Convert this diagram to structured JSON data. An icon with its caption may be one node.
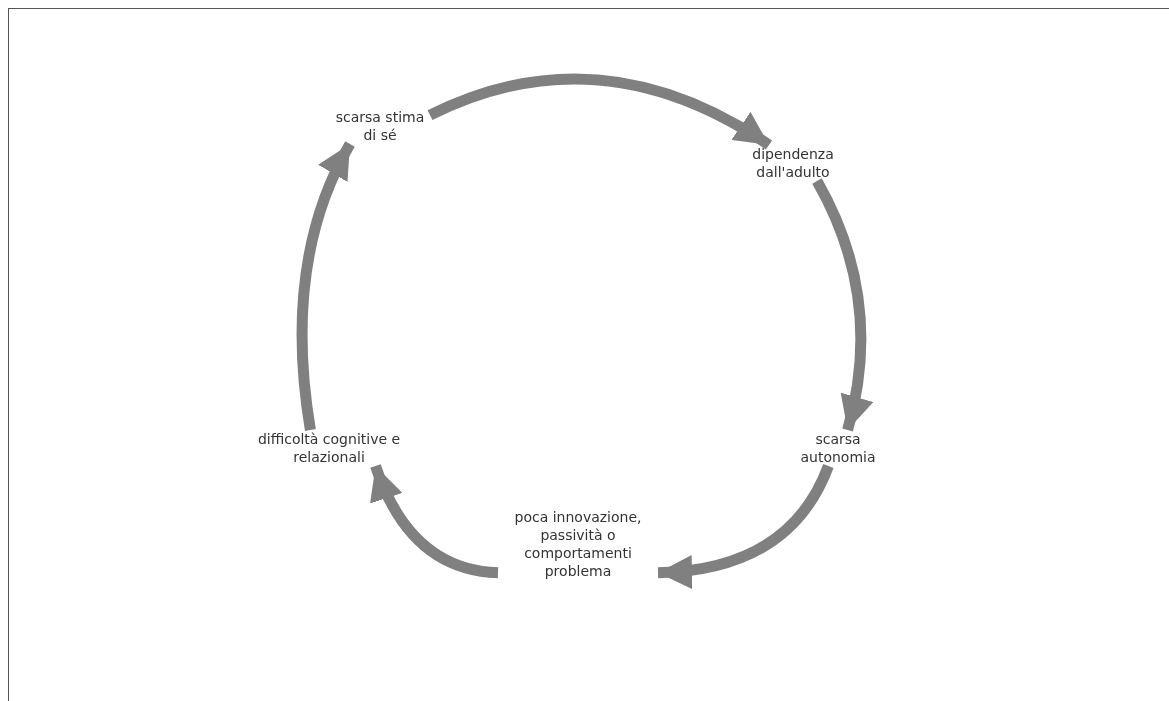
{
  "diagram": {
    "nodes": [
      {
        "text": [
          "scarsa stima di sé"
        ]
      },
      {
        "text": [
          "dipendenza dall'adulto"
        ]
      },
      {
        "text": [
          "scarsa autonomia"
        ]
      },
      {
        "text": [
          "poca innovazione, passività o comportamenti problema"
        ]
      },
      {
        "text": [
          "difficoltà cognitive e relazionali"
        ]
      }
    ],
    "edges": [
      {
        "from": 0,
        "to": 1,
        "arrow": "to"
      },
      {
        "from": 1,
        "to": 2,
        "arrow": "to"
      },
      {
        "from": 2,
        "to": 3,
        "arrow": "to"
      },
      {
        "from": 3,
        "to": 4,
        "arrow": "to"
      },
      {
        "from": 4,
        "to": 0,
        "arrow": "to"
      }
    ]
  }
}
